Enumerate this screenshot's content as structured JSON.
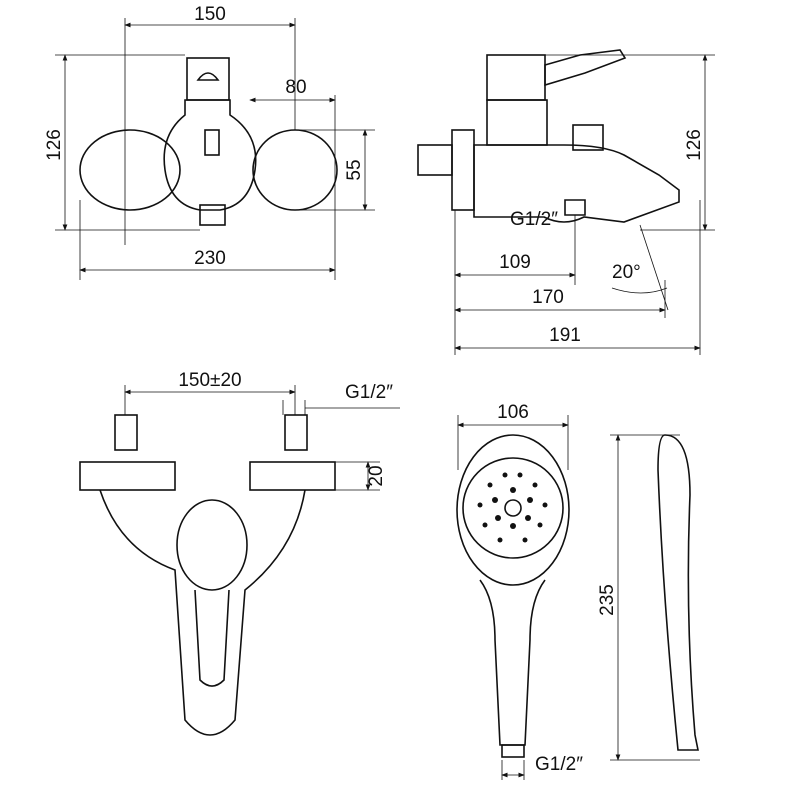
{
  "front_view": {
    "width_top": "150",
    "offset": "80",
    "height": "126",
    "body_height": "55",
    "total_width": "230"
  },
  "side_view": {
    "height": "126",
    "thread": "G1/2″",
    "d1": "109",
    "angle": "20°",
    "d2": "170",
    "d3": "191"
  },
  "top_view": {
    "spacing": "150±20",
    "thread": "G1/2″",
    "flange": "20"
  },
  "hand_shower": {
    "width": "106",
    "length": "235",
    "thread": "G1/2″"
  }
}
